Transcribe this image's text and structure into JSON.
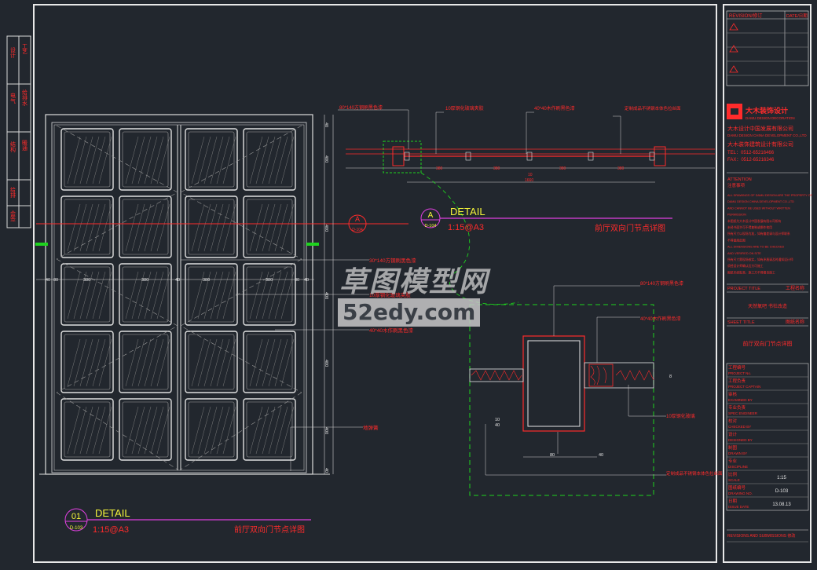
{
  "drawing": {
    "detail_main": {
      "number": "01",
      "ref": "D-103",
      "title": "DETAIL",
      "scale": "1:15@A3",
      "name": "前厅双向门节点详图"
    },
    "detail_a": {
      "letter": "A",
      "ref": "D-104",
      "title": "DETAIL",
      "scale": "1:15@A3",
      "name": "前厅双向门节点详图"
    },
    "section_marker": {
      "letter": "A",
      "ref": "D-104"
    },
    "elevation_notes": [
      "30*140方钢刷黑色漆",
      "10厚钢化玻璃夹胶",
      "40*40木作刷黑色漆",
      "地弹簧"
    ],
    "plan_notes": [
      "80*140方钢刷黑色漆",
      "10厚钢化玻璃夹胶",
      "40*40木作刷黑色漆",
      "定制成品不锈钢本体色拉丝面"
    ],
    "detail_notes": [
      "80*140方钢刷黑色漆",
      "40*40木作刷黑色漆",
      "10厚钢化玻璃",
      "定制成品不锈钢本体色拉丝面"
    ],
    "dims_h": [
      "40",
      "80",
      "380",
      "380",
      "40",
      "380",
      "380",
      "80",
      "40"
    ],
    "dims_v": [
      "40",
      "400",
      "400",
      "400",
      "400",
      "400",
      "40"
    ],
    "plan_dims": [
      "380",
      "380",
      "380",
      "380",
      "10",
      "1660"
    ],
    "detail_dims": [
      "80",
      "40",
      "40",
      "10",
      "8"
    ]
  },
  "left_strip": [
    "设计",
    "工艺",
    "电气",
    "给排水",
    "结构",
    "暖通",
    "给排",
    "会签"
  ],
  "watermark": {
    "line1": "草图模型网",
    "line2": "52edy.com"
  },
  "title_block": {
    "revision_label": "REVISION/修订",
    "date_label": "DATE/日期",
    "company_cn": "大木装饰设计",
    "company_en": "DAMU DESIGN DECORATION",
    "company_line1": "大木设计中国发展有限公司",
    "company_line1_en": "DAMU DESIGN CHINA DEVELOPMENT CO.,LTD",
    "company_line2": "大木装饰建筑设计有限公司",
    "tel": "TEL：0512-65216466",
    "fax": "FAX：0512-65216346",
    "attention_label": "ATTENTION",
    "attention_cn": "注意事项",
    "attention_lines": [
      "ALL DRAWINGS OF DAMU DESIGN ARE THE PROPERTY OF",
      "DAMU DESIGN CHINA DEVELOPMENT CO.,LTD",
      "AND CANNOT BE USED WITHOUT WRITTEN",
      "PERMISSION",
      "本图纸为大木设计中国发展有限公司所有",
      "未经书面许可不得复制或挪作他用",
      "所有尺寸以现场为准，如有偏差请与设计师联系",
      "不得量度此图",
      "ALL DIMENSIONS ARE TO BE CHECKED",
      "AND VERIFIED ON SITE",
      "所有尺寸需现场核实，如有矛盾请及时通知设计师",
      "须经设计师确认后方可施工",
      "图纸未经批准，施工方不得擅自施工"
    ],
    "project_title_label": "PROJECT TITLE",
    "project_title_cn": "工程名称",
    "project_name": "天然氧吧 书社改造",
    "sheet_title_label": "SHEET TITLE",
    "sheet_title_cn": "图纸名称",
    "sheet_name": "前厅双向门节点详图",
    "fields": [
      {
        "cn": "工程编号",
        "en": "PROJECT No.",
        "value": ""
      },
      {
        "cn": "工程负责",
        "en": "PROJECT CAPTAIN",
        "value": ""
      },
      {
        "cn": "审核",
        "en": "EXAMINED BY",
        "value": ""
      },
      {
        "cn": "专业负责",
        "en": "SPEC ENGINEER",
        "value": ""
      },
      {
        "cn": "校对",
        "en": "CHECKED BY",
        "value": ""
      },
      {
        "cn": "设计",
        "en": "DESIGNED BY",
        "value": ""
      },
      {
        "cn": "制图",
        "en": "DRAWN BY",
        "value": ""
      },
      {
        "cn": "专业",
        "en": "DISCIPLINE",
        "value": ""
      },
      {
        "cn": "比例",
        "en": "SCALE",
        "value": "1:15"
      },
      {
        "cn": "图纸编号",
        "en": "DRAWING NO.",
        "value": "D-103"
      },
      {
        "cn": "日期",
        "en": "ISSUE DATE",
        "value": "13.08.13"
      }
    ],
    "bottom_label": "REVISIONS AND SUBMISSIONS 修改"
  },
  "colors": {
    "bg": "#22272e",
    "red": "#ff2b2b",
    "yellow": "#f4f43a",
    "green": "#1ed31e",
    "white": "#e6e6e6",
    "magenta": "#e040e0",
    "grey": "#8a8a8a"
  }
}
